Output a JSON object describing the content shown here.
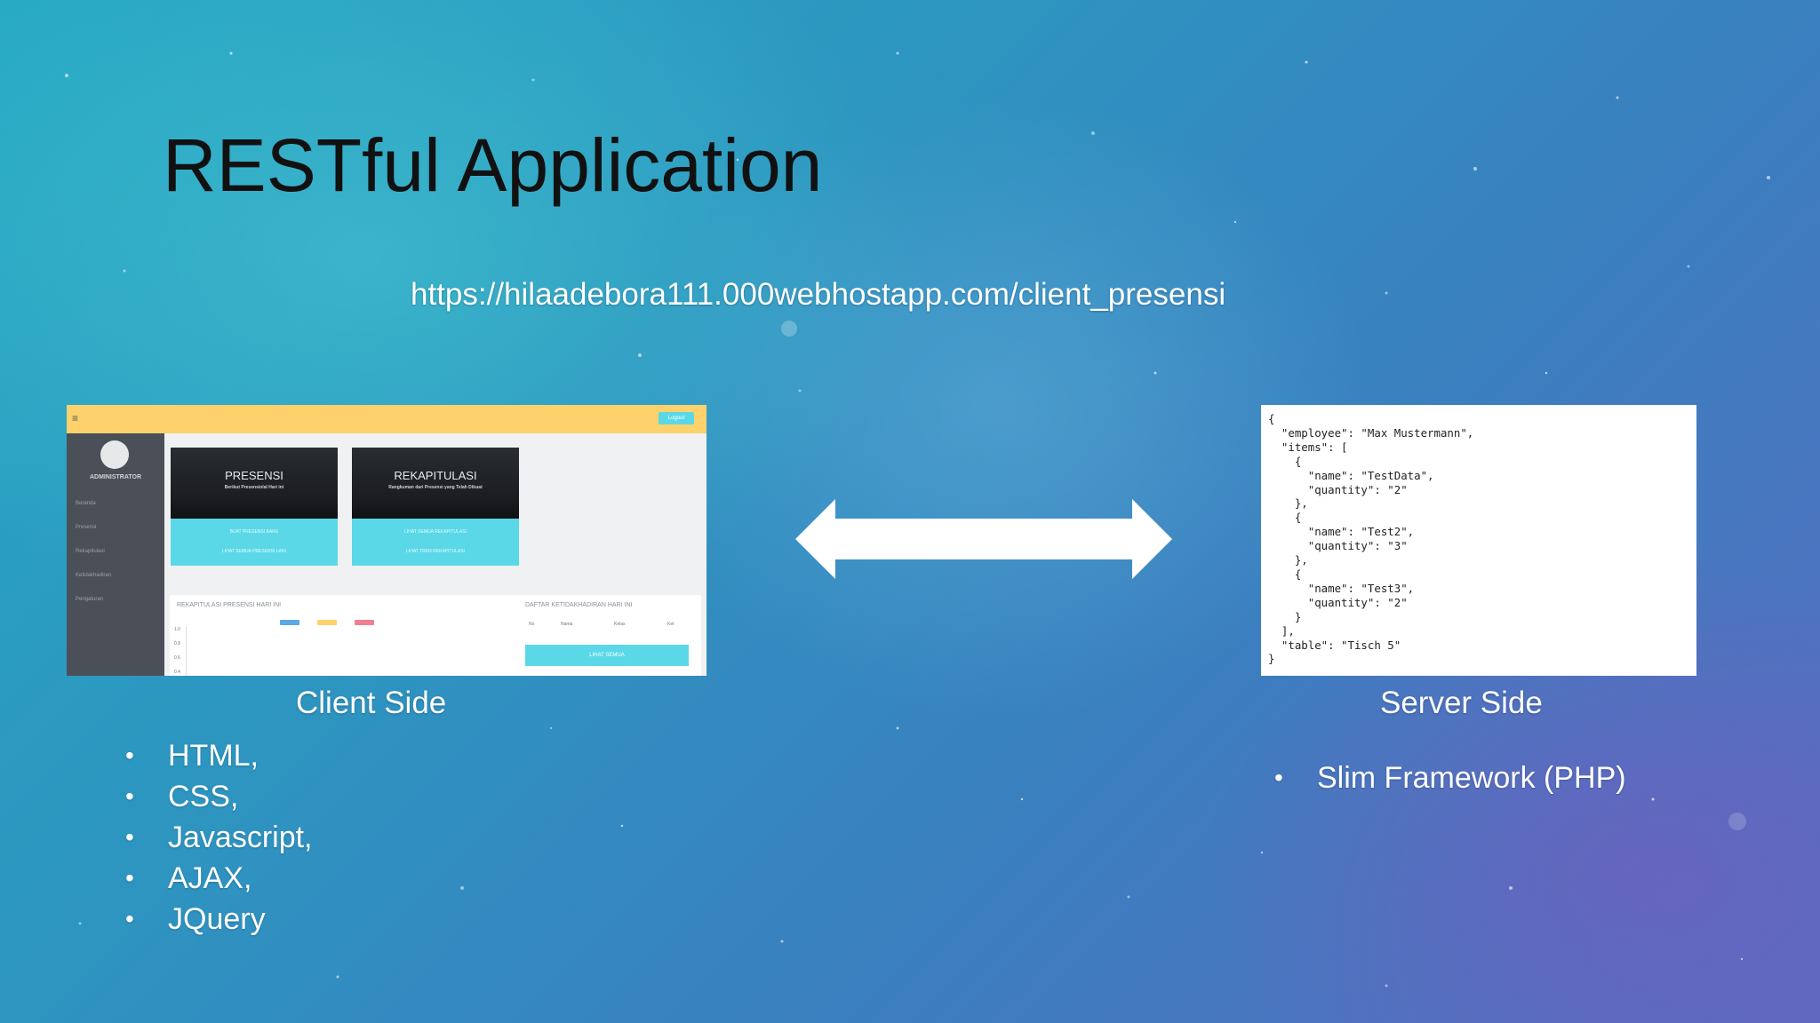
{
  "slide": {
    "title": "RESTful Application",
    "url": "https://hilaadebora111.000webhostapp.com/client_presensi"
  },
  "client": {
    "caption": "Client Side",
    "bullets": [
      "HTML,",
      "CSS,",
      "Javascript,",
      "AJAX,",
      "JQuery"
    ],
    "screenshot": {
      "menu_icon": "≡",
      "logout_label": "Logout",
      "admin_label": "ADMINISTRATOR",
      "nav_items": [
        "Beranda",
        "Presensi",
        "Rekapitulasi",
        "Ketidakhadiran",
        "Pengaturan"
      ],
      "cards": [
        {
          "title": "PRESENSI",
          "subtitle": "Berikut Presensiolal Hari ini",
          "buttons": [
            "BUAT PRESENSI BARU",
            "LIHAT SEMUA PRESENSI LAIN"
          ]
        },
        {
          "title": "REKAPITULASI",
          "subtitle": "Rangkuman dari Presensi yang Telah Dibuat",
          "buttons": [
            "LIHAT SEMUA REKAPITULASI",
            "LIHAT TREN REKAPITULASI"
          ]
        }
      ],
      "rekap_label": "REKAPITULASI PRESENSI HARI INI",
      "absence_label": "DAFTAR KETIDAKHADIRAN HARI INI",
      "absence_columns": [
        "No",
        "Nama",
        "Kelas",
        "Ket"
      ],
      "absence_button": "LIHAT SEMUA",
      "chart_ticks": [
        "1.0",
        "0.8",
        "0.6",
        "0.4"
      ],
      "colors": {
        "topbar": "#fdd26c",
        "sidebar": "#4b5058",
        "accent": "#5ad8e8"
      }
    }
  },
  "server": {
    "caption": "Server Side",
    "bullets": [
      "Slim Framework (PHP)"
    ],
    "code": "{\n  \"employee\": \"Max Mustermann\",\n  \"items\": [\n    {\n      \"name\": \"TestData\",\n      \"quantity\": \"2\"\n    },\n    {\n      \"name\": \"Test2\",\n      \"quantity\": \"3\"\n    },\n    {\n      \"name\": \"Test3\",\n      \"quantity\": \"2\"\n    }\n  ],\n  \"table\": \"Tisch 5\"\n}"
  },
  "arrow": {
    "icon": "double-arrow-icon",
    "color": "#ffffff"
  }
}
